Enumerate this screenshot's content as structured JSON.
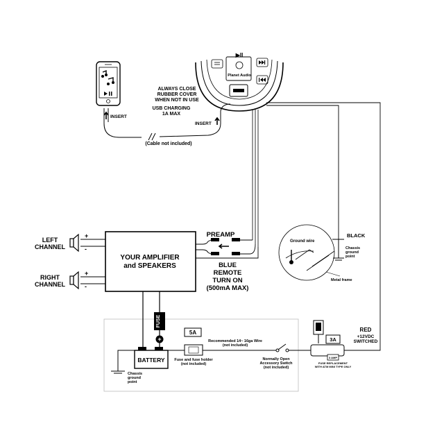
{
  "phone": {
    "insert_label": "INSERT"
  },
  "cable": {
    "notice_line1": "ALWAYS CLOSE",
    "notice_line2": "RUBBER COVER",
    "notice_line3": "WHEN NOT IN USE",
    "usb_line1": "USB CHARGING",
    "usb_line2": "1A MAX",
    "insert_label": "INSERT",
    "not_included": "(Cable not included)"
  },
  "head_unit": {
    "brand": "Planet Audio"
  },
  "speakers": {
    "left_line1": "LEFT",
    "left_line2": "CHANNEL",
    "right_line1": "RIGHT",
    "right_line2": "CHANNEL",
    "plus": "+",
    "minus": "-"
  },
  "amplifier": {
    "line1": "YOUR AMPLIFIER",
    "line2": "and SPEAKERS"
  },
  "preamp": {
    "label": "PREAMP"
  },
  "remote": {
    "line1": "BLUE",
    "line2": "REMOTE",
    "line3": "TURN ON",
    "line4": "(500mA MAX)"
  },
  "ground_detail": {
    "black": "BLACK",
    "ground_wire": "Ground wire",
    "chassis_line1": "Chassis",
    "chassis_line2": "ground",
    "chassis_line3": "point",
    "metal_frame": "Metal frame"
  },
  "power": {
    "fuse_label": "FUSE",
    "battery": "BATTERY",
    "plus": "+",
    "batt_chassis_line1": "Chassis",
    "batt_chassis_line2": "ground",
    "batt_chassis_line3": "point",
    "fuse_5a": "5A",
    "fuse_holder_line1": "Fuse and fuse holder",
    "fuse_holder_line2": "(not included)",
    "wire_line1": "Recommended 14~ 16ga Wire",
    "wire_line2": "(not included)",
    "switch_line1": "Normally Open",
    "switch_line2": "Accessory Switch",
    "switch_line3": "(not included)",
    "fuse_3a": "3A",
    "fuse_3a_small": "3 AMP",
    "fuse_replacement_line1": "FUSE REPLACEMENT",
    "fuse_replacement_line2": "WITH ATM MINI TYPE ONLY",
    "red_line1": "RED",
    "red_line2": "+12VDC",
    "red_line3": "SWITCHED"
  }
}
